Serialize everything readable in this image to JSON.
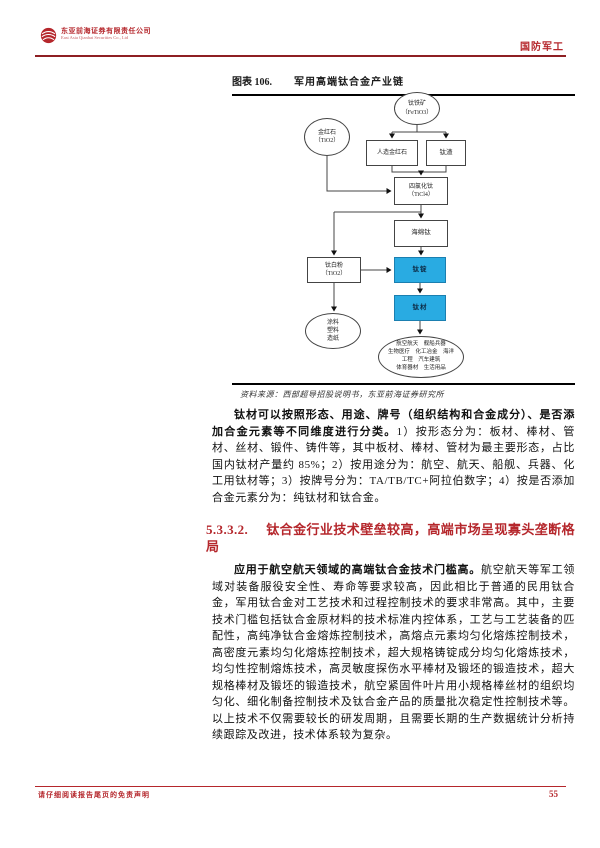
{
  "brand": {
    "company_cn": "东亚前海证券有限责任公司",
    "company_en": "East Asia Qianhai Securities Co., Ltd",
    "sector_tag": "国防军工",
    "brand_red": "#b5272c"
  },
  "figure": {
    "label": "图表 106.",
    "title": "军用高端钛合金产业链",
    "source": "资料来源：西部超导招股说明书，东亚前海证券研究所",
    "accent_blue": "#29ABE2",
    "nodes": [
      {
        "id": "ilmenite",
        "shape": "ellipse",
        "label": "钛铁矿\n（FeTiO3）"
      },
      {
        "id": "rutile",
        "shape": "ellipse",
        "label": "金红石\n（TiO2）"
      },
      {
        "id": "synthetic-rutile",
        "shape": "rect",
        "label": "人造金红石"
      },
      {
        "id": "titanium-slag",
        "shape": "rect",
        "label": "钛渣"
      },
      {
        "id": "titanium-tetrachloride",
        "shape": "rect",
        "label": "四氯化钛\n（TiCl4）"
      },
      {
        "id": "sponge-titanium",
        "shape": "rect",
        "label": "海绵钛"
      },
      {
        "id": "titanium-dioxide-powder",
        "shape": "rect",
        "label": "钛白粉\n（TiO2）"
      },
      {
        "id": "titanium-ingot",
        "shape": "rect-blue",
        "label": "钛锭"
      },
      {
        "id": "titanium-mill-products",
        "shape": "rect-blue",
        "label": "钛材"
      },
      {
        "id": "coating-plastic-paper",
        "shape": "ellipse",
        "label": "涂料\n塑料\n造纸"
      },
      {
        "id": "end-applications",
        "shape": "ellipse",
        "label": "航空航天　舰船兵器\n生物医疗　化工冶金　海洋\n工程　汽车建筑\n体育器材　生活用品"
      }
    ]
  },
  "body": {
    "p1_bold": "钛材可以按照形态、用途、牌号（组织结构和合金成分）、是否添加合金元素等不同维度进行分类。",
    "p1_rest": "1）按形态分为：板材、棒材、管材、丝材、锻件、铸件等，其中板材、棒材、管材为最主要形态，占比国内钛材产量约 85%；2）按用途分为：航空、航天、船舰、兵器、化工用钛材等；3）按牌号分为：TA/TB/TC+阿拉伯数字；4）按是否添加合金元素分为：纯钛材和钛合金。",
    "heading_no": "5.3.3.2.",
    "heading_text": "钛合金行业技术壁垒较高，高端市场呈现寡头垄断格局",
    "p2_bold": "应用于航空航天领域的高端钛合金技术门槛高。",
    "p2_rest": "航空航天等军工领域对装备服役安全性、寿命等要求较高，因此相比于普通的民用钛合金，军用钛合金对工艺技术和过程控制技术的要求非常高。其中，主要技术门槛包括钛合金原材料的技术标准内控体系，工艺与工艺装备的匹配性，高纯净钛合金熔炼控制技术，高熔点元素均匀化熔炼控制技术，高密度元素均匀化熔炼控制技术，超大规格铸锭成分均匀化熔炼技术，均匀性控制熔炼技术，高灵敏度探伤水平棒材及锻坯的锻造技术，超大规格棒材及锻坯的锻造技术，航空紧固件叶片用小规格棒丝材的组织均匀化、细化制备控制技术及钛合金产品的质量批次稳定性控制技术等。以上技术不仅需要较长的研发周期，且需要长期的生产数据统计分析持续跟踪及改进，技术体系较为复杂。"
  },
  "footer": {
    "disclaimer": "请仔细阅读报告尾页的免责声明",
    "page_number": "55"
  }
}
